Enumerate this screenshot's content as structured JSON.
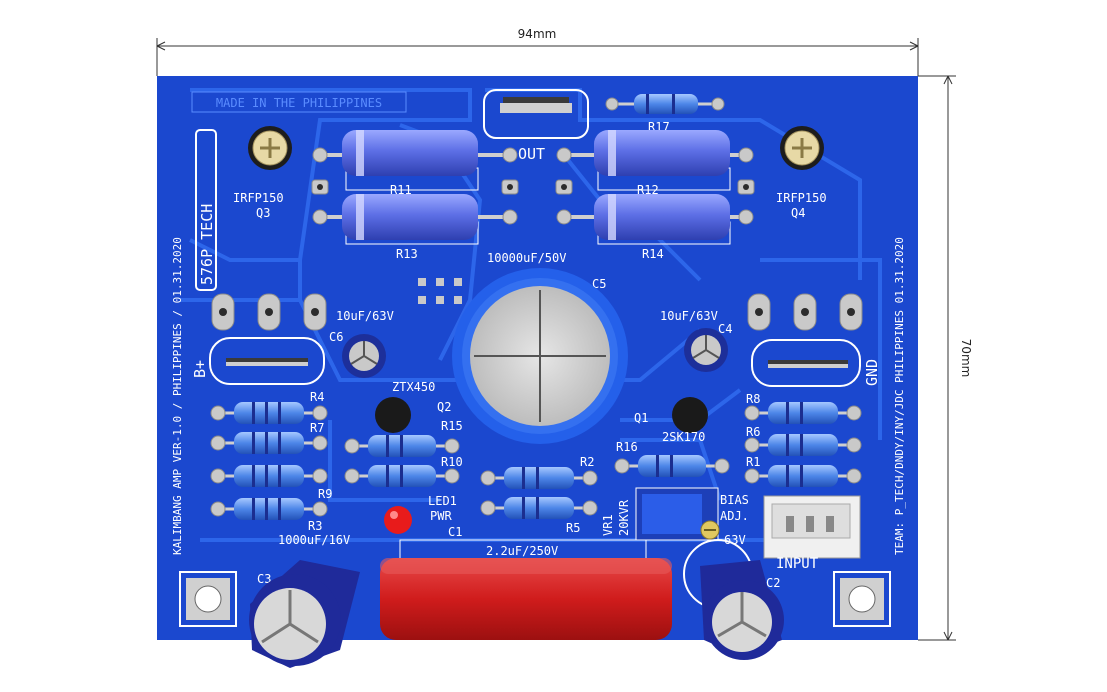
{
  "dimensions": {
    "width_label": "94mm",
    "height_label": "70mm"
  },
  "board": {
    "made_in": "MADE IN THE PHILIPPINES",
    "left_vertical": "KALIMBANG AMP VER-1.0 / PHILIPPINES / 01.31.2020",
    "logo": "576P_TECH",
    "right_vertical": "TEAM: P_TECH/DNDY/INY/JDC PHILIPPINES 01.31.2020",
    "colors": {
      "pcb": "#1d4fd4",
      "trace": "#2b63e6",
      "resistor": "#5a6fe0",
      "cap_red": "#d81e1e",
      "silk": "#ffffff"
    }
  },
  "labels": {
    "out": "OUT",
    "r11": "R11",
    "r12": "R12",
    "r13": "R13",
    "r14": "R14",
    "r17": "R17",
    "irfp150_left": "IRFP150",
    "q3": "Q3",
    "irfp150_right": "IRFP150",
    "q4": "Q4",
    "c5_value": "10000uF/50V",
    "c5": "C5",
    "c6_value": "10uF/63V",
    "c6": "C6",
    "c4_value": "10uF/63V",
    "c4": "C4",
    "bplus": "B+",
    "gnd": "GND",
    "ztx450": "ZTX450",
    "q2": "Q2",
    "q1": "Q1",
    "q1_part": "2SK170",
    "r4": "R4",
    "r7": "R7",
    "r9": "R9",
    "r3": "R3",
    "r15": "R15",
    "r10": "R10",
    "r2": "R2",
    "r5": "R5",
    "r16": "R16",
    "r8": "R8",
    "r6": "R6",
    "r1": "R1",
    "led1": "LED1",
    "pwr": "PWR",
    "c1": "C1",
    "vr1": "VR1",
    "vr1_value": "20KVR",
    "bias": "BIAS",
    "adj": "ADJ.",
    "c3_value": "1000uF/16V",
    "c3": "C3",
    "c1_value": "2.2uF/250V",
    "c2_value": "63V",
    "c2": "C2",
    "input": "INPUT"
  }
}
